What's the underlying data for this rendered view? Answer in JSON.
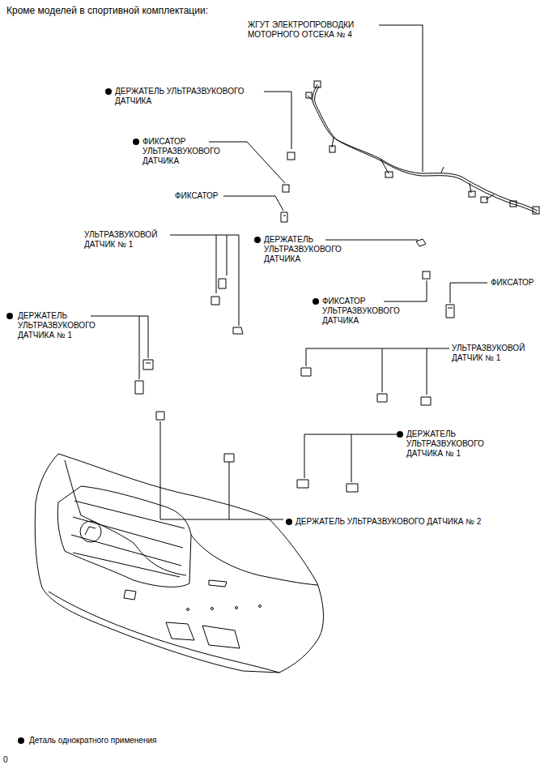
{
  "diagram": {
    "title": "Кроме моделей в спортивной комплектации:",
    "labels": [
      "ЖГУТ ЭЛЕКТРОПРОВОДКИ МОТОРНОГО ОТСЕКА № 4",
      "ДЕРЖАТЕЛЬ УЛЬТРАЗВУКОВОГО ДАТЧИКА",
      "ФИКСАТОР УЛЬТРАЗВУКОВОГО ДАТЧИКА",
      "ФИКСАТОР",
      "УЛЬТРАЗВУКОВОЙ ДАТЧИК № 1",
      "ДЕРЖАТЕЛЬ УЛЬТРАЗВУКОВОГО ДАТЧИКА",
      "ФИКСАТОР",
      "ФИКСАТОР УЛЬТРАЗВУКОВОГО ДАТЧИКА",
      "ДЕРЖАТЕЛЬ УЛЬТРАЗВУКОВОГО ДАТЧИКА № 1",
      "УЛЬТРАЗВУКОВОЙ ДАТЧИК № 1",
      "ДЕРЖАТЕЛЬ УЛЬТРАЗВУКОВОГО ДАТЧИКА № 1",
      "ДЕРЖАТЕЛЬ УЛЬТРАЗВУКОВОГО ДАТЧИКА № 2",
      "0"
    ],
    "legend": [
      {
        "text": "Деталь однократного применения"
      }
    ]
  }
}
